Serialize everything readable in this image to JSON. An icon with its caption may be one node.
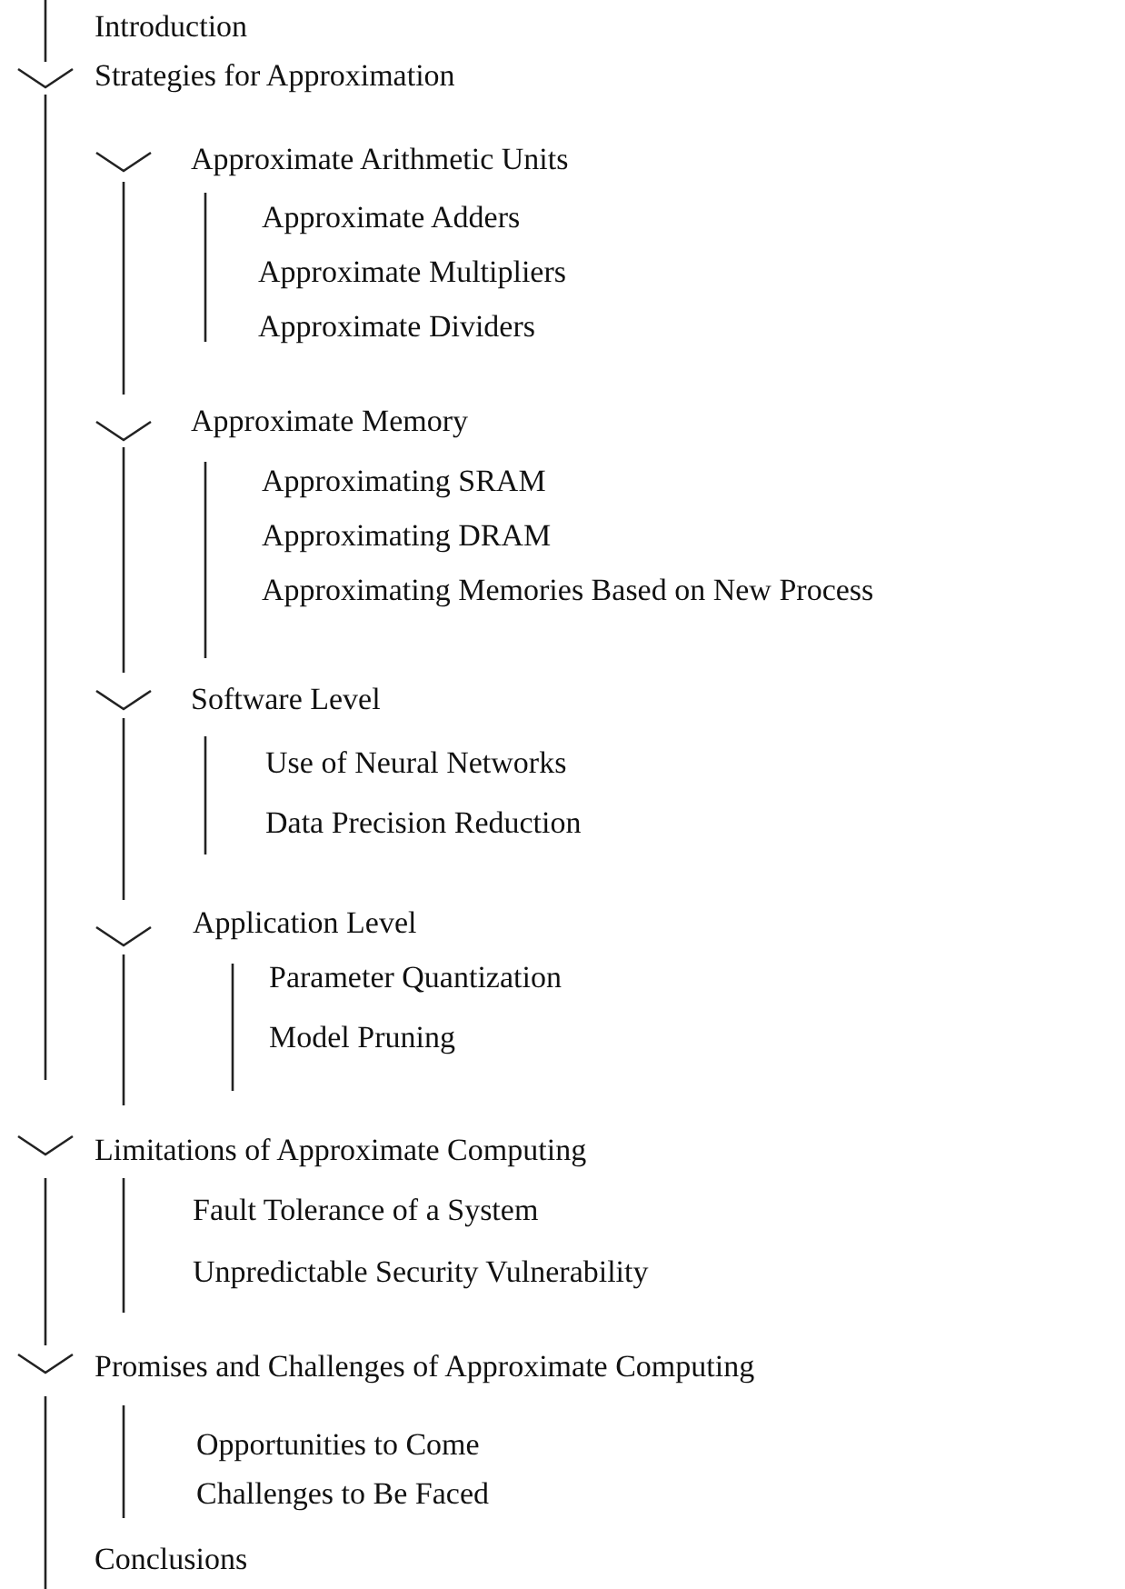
{
  "diagram": {
    "labels": [
      "Introduction",
      "Strategies for Approximation",
      "Approximate Arithmetic Units",
      "Approximate Adders",
      "Approximate Multipliers",
      "Approximate Dividers",
      "Approximate Memory",
      "Approximating SRAM",
      "Approximating DRAM",
      "Approximating Memories Based on New Process",
      "Software Level",
      "Use of Neural Networks",
      "Data Precision Reduction",
      "Application Level",
      "Parameter Quantization",
      "Model Pruning",
      "Limitations of Approximate Computing",
      "Fault Tolerance of a System",
      "Unpredictable Security Vulnerability",
      "Promises and Challenges of Approximate Computing",
      "Opportunities to Come",
      "Challenges to Be Faced",
      "Conclusions"
    ]
  }
}
